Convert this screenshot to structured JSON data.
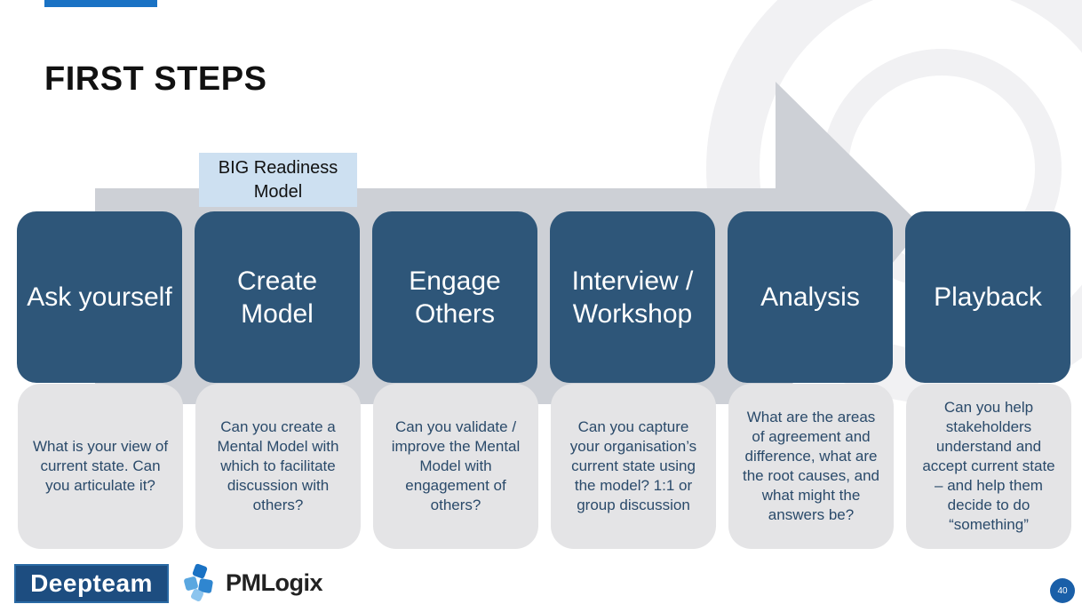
{
  "slide": {
    "title": "FIRST STEPS",
    "badge": "BIG Readiness Model",
    "page_number": "40"
  },
  "steps": [
    {
      "title": "Ask yourself",
      "description": "What is your view of current state. Can you articulate it?"
    },
    {
      "title": "Create Model",
      "description": "Can you create a Mental Model with which to facilitate discussion with others?"
    },
    {
      "title": "Engage Others",
      "description": "Can you validate / improve the Mental Model with engagement of others?"
    },
    {
      "title": "Interview / Workshop",
      "description": "Can you capture your organisation’s current state using the model? 1:1 or group discussion"
    },
    {
      "title": "Analysis",
      "description": "What are the areas of agreement and difference, what are the root causes, and what might the answers be?"
    },
    {
      "title": "Playback",
      "description": "Can you help stakeholders understand and accept current state – and help them decide to do “something”"
    }
  ],
  "logos": {
    "deepteam": "Deepteam",
    "pmlogix": "PMLogix"
  },
  "colors": {
    "step_fill": "#2e5679",
    "description_fill": "#e4e4e6",
    "arrow_fill": "#cdd0d6",
    "badge_fill": "#cde0f1",
    "accent": "#1a72c4"
  }
}
